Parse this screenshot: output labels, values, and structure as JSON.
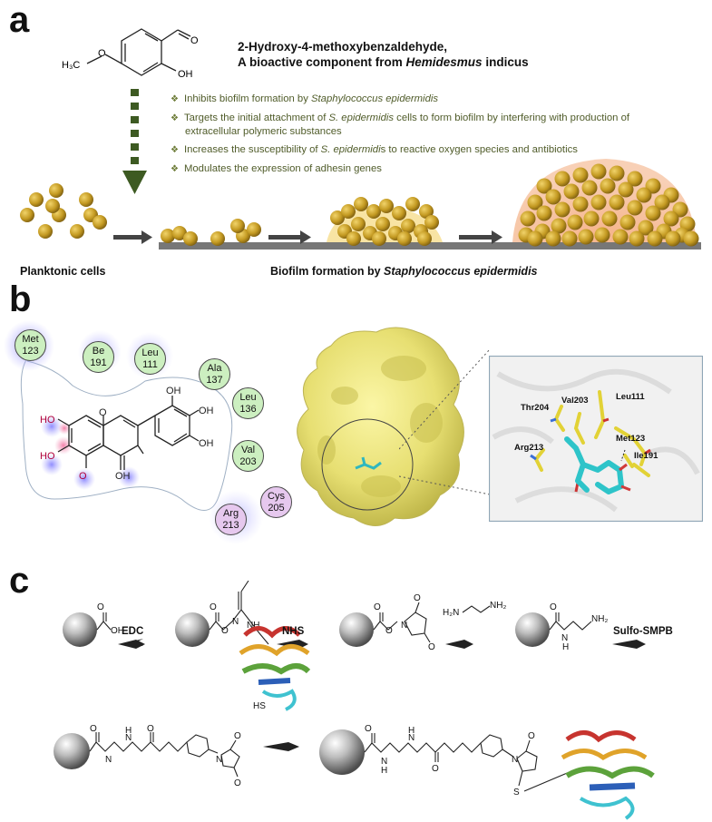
{
  "panels": {
    "a": "a",
    "b": "b",
    "c": "c"
  },
  "panel_a": {
    "title_line1": "2-Hydroxy-4-methoxybenzaldehyde,",
    "title_line2_prefix": "A bioactive component from ",
    "title_line2_italic": "Hemidesmus",
    "title_line2_suffix": " indicus",
    "molecule_labels": {
      "methoxy": "H₃C",
      "o": "O",
      "oh": "OH"
    },
    "bullets": [
      {
        "pre": "Inhibits biofilm formation by ",
        "ital": "Staphylococcus epidermidis",
        "post": ""
      },
      {
        "pre": "Targets the initial attachment of ",
        "ital": "S. epidermidis",
        "post": " cells to form biofilm by interfering with production of"
      },
      {
        "pre": "Increases the susceptibility of ",
        "ital": "S. epidermidi",
        "post": "s to reactive oxygen species and antibiotics"
      },
      {
        "pre": "Modulates the expression of adhesin genes",
        "ital": "",
        "post": ""
      }
    ],
    "bullet2_cont": "extracellular polymeric substances",
    "caption_left": "Planktonic cells",
    "caption_right_prefix": "Biofilm formation by ",
    "caption_right_italic": "Staphylococcus epidermidis",
    "colors": {
      "cell": "#c9a227",
      "surface": "#777777",
      "arrow": "#3d5a22",
      "matrix_yellow": "#f4dc84",
      "matrix_orange": "#eea47c"
    }
  },
  "panel_b": {
    "residues": [
      {
        "name": "Met",
        "num": "123",
        "color": "green"
      },
      {
        "name": "Be",
        "num": "191",
        "color": "green"
      },
      {
        "name": "Leu",
        "num": "111",
        "color": "green"
      },
      {
        "name": "Ala",
        "num": "137",
        "color": "green"
      },
      {
        "name": "Leu",
        "num": "136",
        "color": "green"
      },
      {
        "name": "Val",
        "num": "203",
        "color": "green"
      },
      {
        "name": "Arg",
        "num": "213",
        "color": "pink"
      },
      {
        "name": "Cys",
        "num": "205",
        "color": "pink"
      }
    ],
    "ligand_labels": {
      "ho": "HO",
      "oh": "OH",
      "o": "O"
    },
    "inset_labels": [
      "Thr204",
      "Val203",
      "Leu111",
      "Met123",
      "Arg213",
      "Ile191"
    ],
    "colors": {
      "protein_surface": "#ece67c",
      "ligand": "#3cc4c9",
      "stick": "#e3d33a"
    }
  },
  "panel_c": {
    "reagents": [
      "EDC",
      "NHS",
      "Sulfo-SMPB"
    ],
    "labels": {
      "oh": "OH",
      "o": "O",
      "n": "N",
      "nh": "NH",
      "h": "H",
      "hs": "HS",
      "s": "S",
      "h2n": "H₂N",
      "nh2": "NH₂"
    }
  }
}
